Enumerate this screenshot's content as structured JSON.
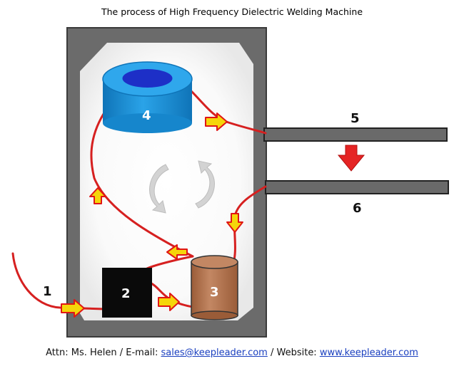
{
  "title": "The process of High Frequency Dielectric Welding Machine",
  "labels": {
    "n1": "1",
    "n2": "2",
    "n3": "3",
    "n4": "4",
    "n5": "5",
    "n6": "6"
  },
  "footer": {
    "attn": "Attn: Ms. Helen / E-mail: ",
    "email": "sales@keepleader.com",
    "sep": " / Website: ",
    "website": "www.keepleader.com"
  },
  "colors": {
    "wire": "#d62020",
    "arrow_fill": "#f5d60a",
    "arrow_stroke": "#e01515",
    "cabinet": "#6b6b6b",
    "component4": "#1a8fd6",
    "component2": "#0a0a0a",
    "component3": "#b2754f",
    "electrode": "#6a6a6a"
  }
}
